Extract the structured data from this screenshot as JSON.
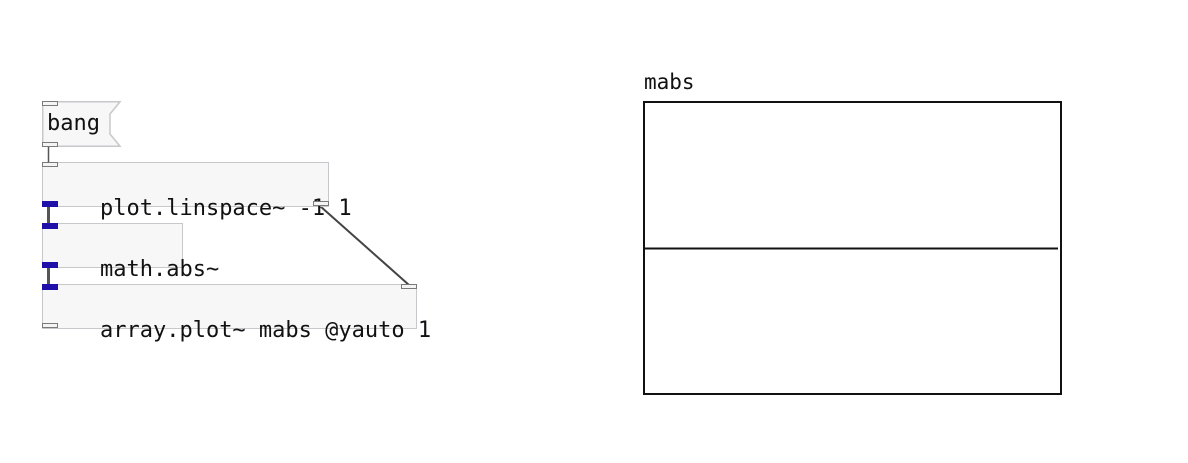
{
  "patch": {
    "bang_message": {
      "label": "bang"
    },
    "linspace_object": {
      "label": "plot.linspace~ -1 1"
    },
    "abs_object": {
      "label": "math.abs~"
    },
    "array_plot_object": {
      "label": "array.plot~ mabs @yauto 1"
    }
  },
  "array": {
    "name": "mabs"
  }
}
